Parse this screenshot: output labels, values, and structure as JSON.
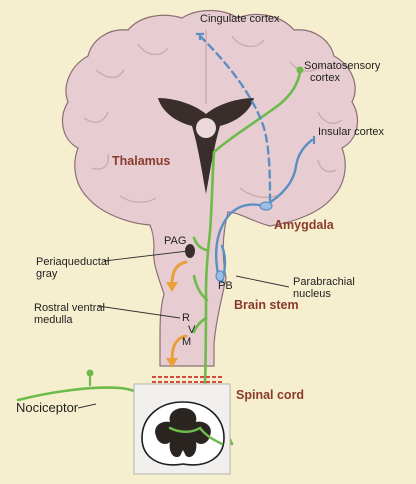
{
  "labels": {
    "cingulate_cortex": "Cingulate cortex",
    "somatosensory_cortex_1": "Somatosensory",
    "somatosensory_cortex_2": "cortex",
    "insular_cortex": "Insular cortex",
    "thalamus": "Thalamus",
    "amygdala": "Amygdala",
    "pag": "PAG",
    "periaqueductal_gray_1": "Periaqueductal",
    "periaqueductal_gray_2": "gray",
    "pb": "PB",
    "parabrachial_nucleus_1": "Parabrachial",
    "parabrachial_nucleus_2": "nucleus",
    "brain_stem": "Brain stem",
    "rostral_ventral_medulla_1": "Rostral ventral",
    "rostral_ventral_medulla_2": "medulla",
    "rvm_r": "R",
    "rvm_v": "V",
    "rvm_m": "M",
    "spinal_cord": "Spinal cord",
    "nociceptor": "Nociceptor"
  },
  "colors": {
    "background": "#f6efcf",
    "brain": "#e7cdd1",
    "brain_outline": "#8a6f75",
    "ventricle": "#3a2e2c",
    "pathway_green": "#6dbb4a",
    "pathway_blue": "#5b8fc4",
    "descending_orange": "#e8a03a",
    "region_label": "#8a3a2a",
    "spinal_box": "#f1f0ef"
  }
}
